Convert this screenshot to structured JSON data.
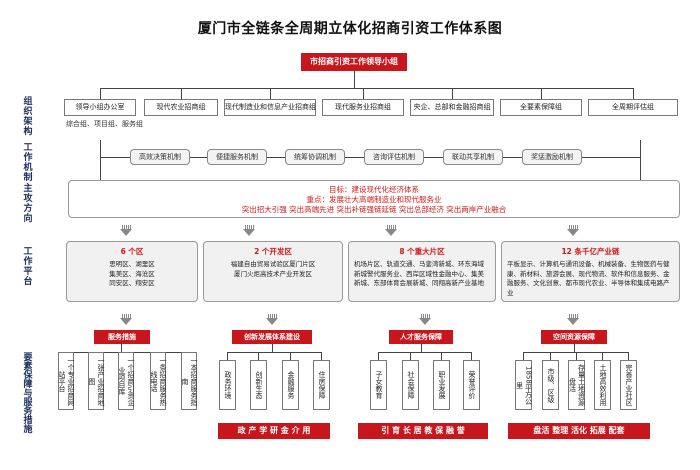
{
  "title": "厦门市全链条全周期立体化招商引资工作体系图",
  "leader": "市招商引资工作领导小组",
  "row_labels": {
    "org": "组织架构",
    "mechanism": "工作机制",
    "direction": "主攻方向",
    "platform": "工作平台",
    "support": "要素保障与服务措施"
  },
  "org_units": [
    "领导小组办公室",
    "现代农业招商组",
    "现代制造业和信息产业招商组",
    "现代服务业招商组",
    "央企、总部和金融招商组",
    "全要素保障组",
    "全周期评估组"
  ],
  "org_sub": "综合组、项目组、服务组",
  "mechanisms": [
    "高效决策机制",
    "便捷服务机制",
    "统筹协调机制",
    "咨询评估机制",
    "联动共享机制",
    "奖惩激励机制"
  ],
  "goals": [
    "目标：建设现代化经济体系",
    "重点：发展壮大高端制造业和现代服务业",
    "突出招大引强  突出高端先进  突出补链强链延链  突出总部经济  突出两岸产业融合"
  ],
  "platforms": [
    {
      "head": "6 个区",
      "body": "思明区、湖里区\n集美区、海沧区\n同安区、翔安区"
    },
    {
      "head": "2 个开发区",
      "body": "福建自由贸易试验区厦门片区\n厦门火炬高技术产业开发区"
    },
    {
      "head": "8 个重大片区",
      "body": "机场片区、轨道交通、马銮湾新城、环东海域新城警代服务业、西岸区域性金融中心、集美新城、东部体育会展新城、同翔高新产业基地"
    },
    {
      "head": "12 条千亿产业链",
      "body": "平板显示、计算机与通讯设备、机械装备、生物医药与健康、新材料、旅游会展、现代物流、软件和信息服务、金融服务、文化创意、都市现代农业、半导体和集成电路产业"
    }
  ],
  "supports": [
    {
      "head": "服务措施",
      "items": [
        "一个专业招商网站平台",
        "一张产业招商地图",
        "一个招商引资企业项目库",
        "一条招商服务热线电话",
        "一本招商服务指南"
      ]
    },
    {
      "head": "创新发展体系建设",
      "items": [
        "政务环境",
        "创新生态",
        "金融服务",
        "住房保障"
      ]
    },
    {
      "head": "人才服务保障",
      "items": [
        "子女教育",
        "社会保障",
        "职业发展",
        "荣誉评价"
      ]
    },
    {
      "head": "空间资源保障",
      "items": [
        "1858平方公里",
        "市级、区级",
        "存量土地资源盘活",
        "土地高效利用",
        "完善产业社区"
      ]
    }
  ],
  "tags": [
    {
      "text": "政 产 学 研 金 介 用"
    },
    {
      "text": "引 育 长 居 教 保 融 誉"
    },
    {
      "text": "盘活   整理   活化   拓展   配套"
    }
  ]
}
